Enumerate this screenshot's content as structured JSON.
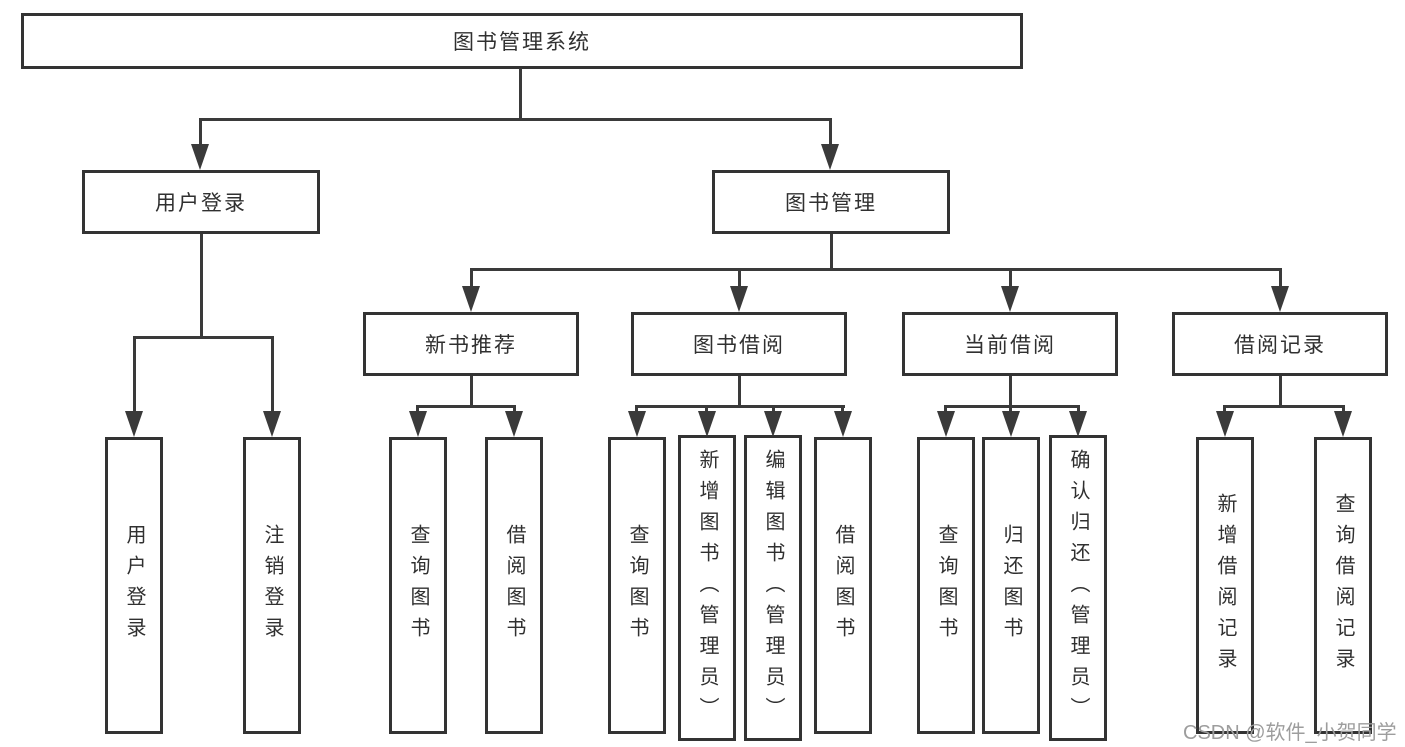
{
  "colors": {
    "line": "#3a3a3a",
    "box_border": "#333333",
    "text": "#303030",
    "watermark": "#9d9d9d",
    "background": "#ffffff"
  },
  "watermark": {
    "text": "CSDN @软件_小贺同学"
  },
  "tree": {
    "root": {
      "label": "图书管理系统"
    },
    "branches": [
      {
        "label": "用户登录",
        "children": [
          {
            "label": "用户登录"
          },
          {
            "label": "注销登录"
          }
        ]
      },
      {
        "label": "图书管理",
        "children": [
          {
            "label": "新书推荐",
            "children": [
              {
                "label": "查询图书"
              },
              {
                "label": "借阅图书"
              }
            ]
          },
          {
            "label": "图书借阅",
            "children": [
              {
                "label": "查询图书"
              },
              {
                "label": "新增图书（管理员）"
              },
              {
                "label": "编辑图书（管理员）"
              },
              {
                "label": "借阅图书"
              }
            ]
          },
          {
            "label": "当前借阅",
            "children": [
              {
                "label": "查询图书"
              },
              {
                "label": "归还图书"
              },
              {
                "label": "确认归还（管理员）"
              }
            ]
          },
          {
            "label": "借阅记录",
            "children": [
              {
                "label": "新增借阅记录"
              },
              {
                "label": "查询借阅记录"
              }
            ]
          }
        ]
      }
    ]
  }
}
